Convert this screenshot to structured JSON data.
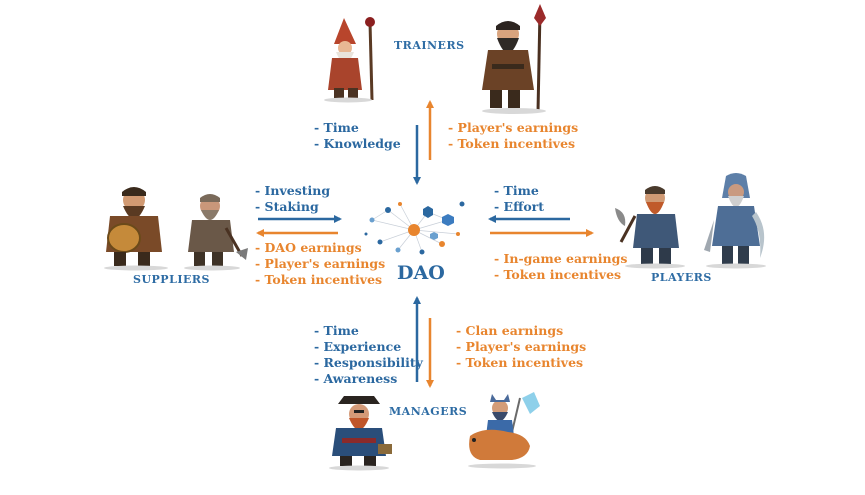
{
  "center": {
    "label": "DAO"
  },
  "roles": {
    "trainers": "TRAINERS",
    "suppliers": "SUPPLIERS",
    "players": "PLAYERS",
    "managers": "MANAGERS"
  },
  "flows": {
    "trainers_to_dao": [
      "- Time",
      "- Knowledge"
    ],
    "dao_to_trainers": [
      "- Player's earnings",
      "- Token incentives"
    ],
    "suppliers_to_dao": [
      "- Investing",
      "- Staking"
    ],
    "dao_to_suppliers": [
      "- DAO earnings",
      "- Player's earnings",
      "- Token incentives"
    ],
    "players_to_dao": [
      "- Time",
      "- Effort"
    ],
    "dao_to_players": [
      "- In-game earnings",
      "- Token incentives"
    ],
    "managers_to_dao": [
      "- Time",
      "- Experience",
      "- Responsibility",
      "- Awareness"
    ],
    "dao_to_managers": [
      "- Clan earnings",
      "- Player's earnings",
      "- Token incentives"
    ]
  },
  "colors": {
    "blue": "#2b68a0",
    "orange": "#e8852e"
  },
  "icons": [
    "wizard-gnome",
    "dwarf-staff-mage",
    "dwarf-shield-warrior",
    "dwarf-miner",
    "dwarf-axe-warrior",
    "hooded-swordsman",
    "dwarf-pirate",
    "dwarf-dragon-rider"
  ]
}
